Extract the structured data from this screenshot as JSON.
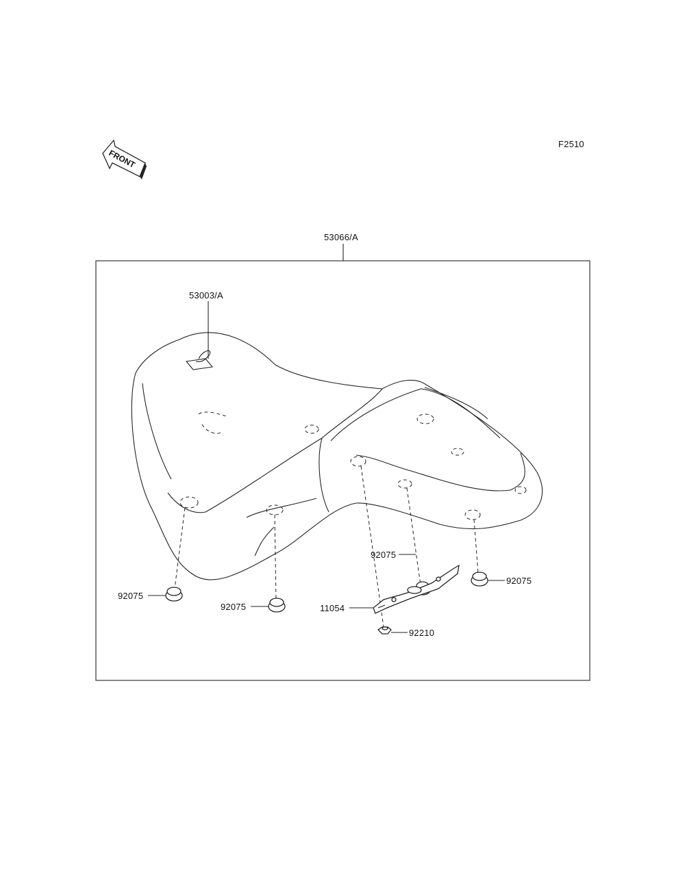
{
  "figure_code": "F2510",
  "front_arrow_text": "FRONT",
  "callouts": {
    "assembly": "53066/A",
    "cover": "53003/A",
    "damper_front_left": "92075",
    "damper_front_mid": "92075",
    "damper_rear_mid": "92075",
    "damper_rear_right": "92075",
    "bracket": "11054",
    "nut": "92210"
  }
}
